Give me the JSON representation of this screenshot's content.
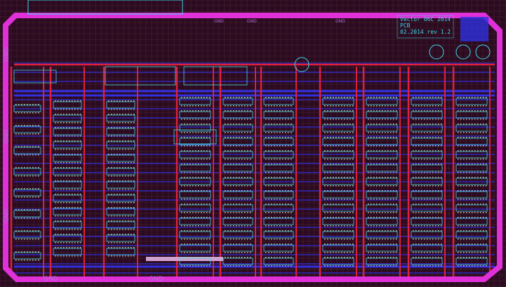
{
  "title_block": {
    "line1": "Vector 06C 2014",
    "line2": "PCB",
    "line3": "02.2014   rev 1.2"
  },
  "net_labels": {
    "left": [
      "GND",
      "GND",
      "GND"
    ],
    "bottom": [
      "GND",
      "GND"
    ],
    "top": [
      "GND",
      "GND",
      "GND"
    ]
  },
  "colors": {
    "background": "#2c0a22",
    "ground_trace": "#e030d8",
    "top_trace": "#e0203a",
    "bottom_trace": "#3030e0",
    "silkscreen": "#40d8e8",
    "grid": "#6a5a30"
  }
}
